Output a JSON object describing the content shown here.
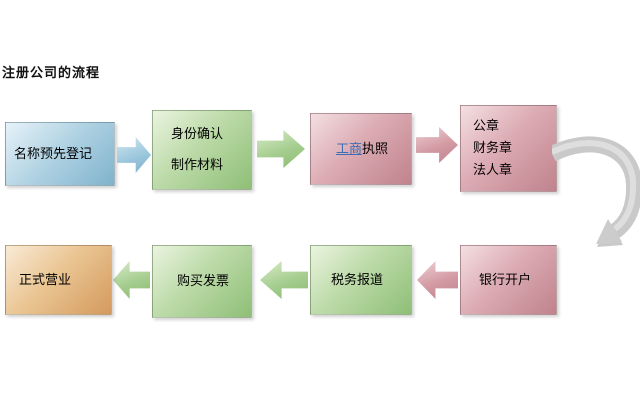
{
  "title": "注册公司的流程",
  "boxes": {
    "name_registration": {
      "line1": "名称预先登记"
    },
    "identity_materials": {
      "line1": "身份确认",
      "line2": "制作材料"
    },
    "business_license": {
      "link_text": "工商",
      "suffix_text": "执照"
    },
    "seals": {
      "line1": "公章",
      "line2": "财务章",
      "line3": "法人章"
    },
    "bank_account": {
      "line1": "银行开户"
    },
    "tax_registration": {
      "line1": "税务报道"
    },
    "buy_invoice": {
      "line1": "购买发票"
    },
    "official_opening": {
      "line1": "正式营业"
    }
  },
  "colors": {
    "box_blue": "#8fbdd6",
    "box_green": "#a3cf8d",
    "box_pink": "#cf98a0",
    "box_orange": "#e0ad76",
    "arrow_blue": "#9cc7dd",
    "arrow_green": "#a5cd8f",
    "arrow_pink": "#d39aa3",
    "curve_gray": "#c9c9c9",
    "link_blue": "#3b6fb5",
    "text": "#000000"
  }
}
